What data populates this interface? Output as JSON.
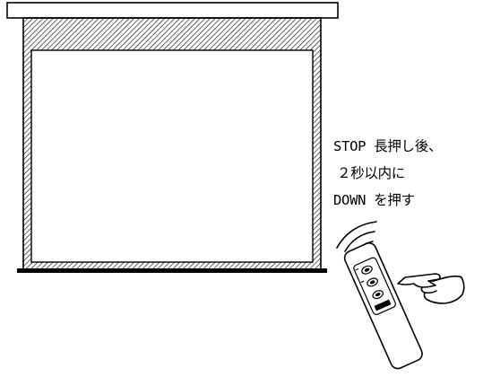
{
  "instruction": {
    "line1": "STOP 長押し後、",
    "line2": "２秒以内に",
    "line3": "DOWN を押す"
  },
  "illustration": {
    "screen": "projector-screen",
    "remote": "remote-control",
    "hand": "pointing-hand"
  },
  "colors": {
    "ink": "#000000",
    "background": "#ffffff"
  }
}
